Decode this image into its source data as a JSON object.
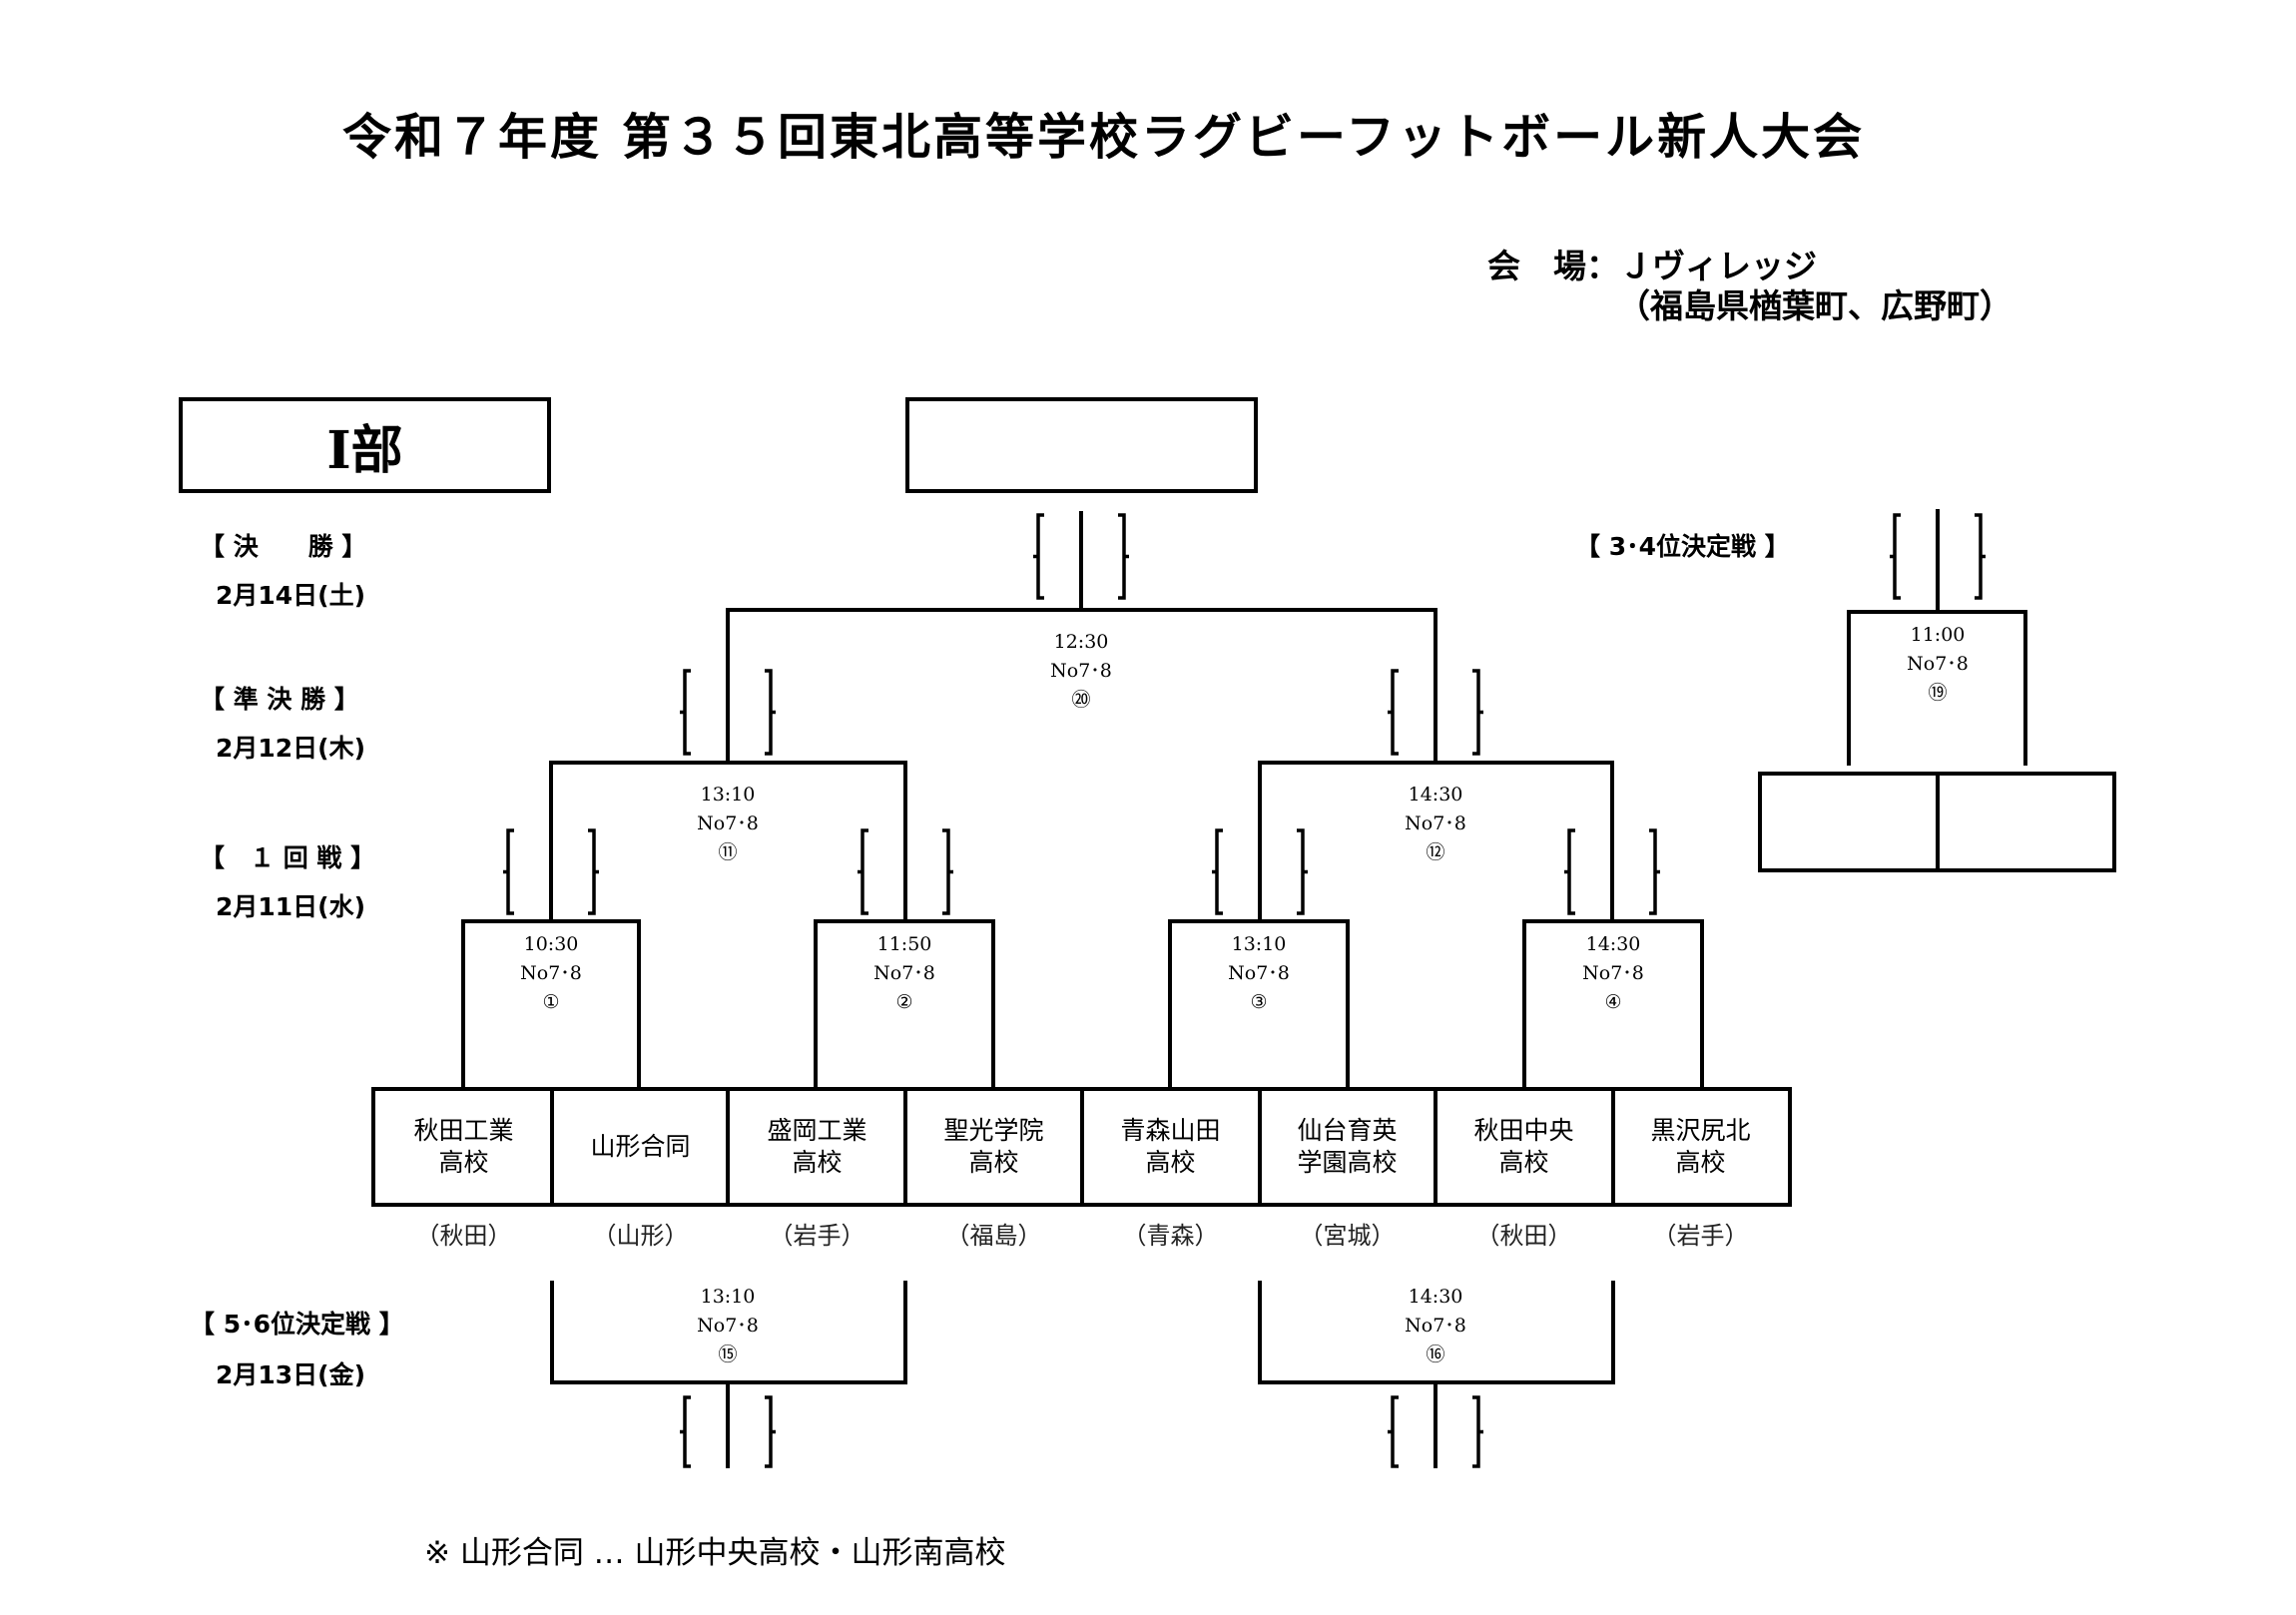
{
  "title": "令和７年度 第３５回東北高等学校ラグビーフットボール新人大会",
  "venue": {
    "line1": "会　場：Ｊヴィレッジ",
    "line2": "（福島県楢葉町、広野町）"
  },
  "division": "Ⅰ部",
  "rounds": {
    "final": {
      "label": "【 決　　勝 】",
      "date": "2月14日(土)"
    },
    "semifinal": {
      "label": "【 準 決 勝 】",
      "date": "2月12日(木)"
    },
    "first": {
      "label": "【　１ 回 戦 】",
      "date": "2月11日(水)"
    },
    "fifth": {
      "label": "【 5･6位決定戦 】",
      "date": "2月13日(金)"
    },
    "third": {
      "label": "【 3･4位決定戦 】"
    }
  },
  "matches": {
    "m1": {
      "time": "10:30",
      "field": "No7･8",
      "num": "①"
    },
    "m2": {
      "time": "11:50",
      "field": "No7･8",
      "num": "②"
    },
    "m3": {
      "time": "13:10",
      "field": "No7･8",
      "num": "③"
    },
    "m4": {
      "time": "14:30",
      "field": "No7･8",
      "num": "④"
    },
    "m11": {
      "time": "13:10",
      "field": "No7･8",
      "num": "⑪"
    },
    "m12": {
      "time": "14:30",
      "field": "No7･8",
      "num": "⑫"
    },
    "m15": {
      "time": "13:10",
      "field": "No7･8",
      "num": "⑮"
    },
    "m16": {
      "time": "14:30",
      "field": "No7･8",
      "num": "⑯"
    },
    "m19": {
      "time": "11:00",
      "field": "No7･8",
      "num": "⑲"
    },
    "m20": {
      "time": "12:30",
      "field": "No7･8",
      "num": "⑳"
    }
  },
  "teams": [
    {
      "name": "秋田工業\n高校",
      "pref": "（秋田）"
    },
    {
      "name": "山形合同",
      "pref": "（山形）"
    },
    {
      "name": "盛岡工業\n高校",
      "pref": "（岩手）"
    },
    {
      "name": "聖光学院\n高校",
      "pref": "（福島）"
    },
    {
      "name": "青森山田\n高校",
      "pref": "（青森）"
    },
    {
      "name": "仙台育英\n学園高校",
      "pref": "（宮城）"
    },
    {
      "name": "秋田中央\n高校",
      "pref": "（秋田）"
    },
    {
      "name": "黒沢尻北\n高校",
      "pref": "（岩手）"
    }
  ],
  "footnote": "※ 山形合同 … 山形中央高校・山形南高校"
}
